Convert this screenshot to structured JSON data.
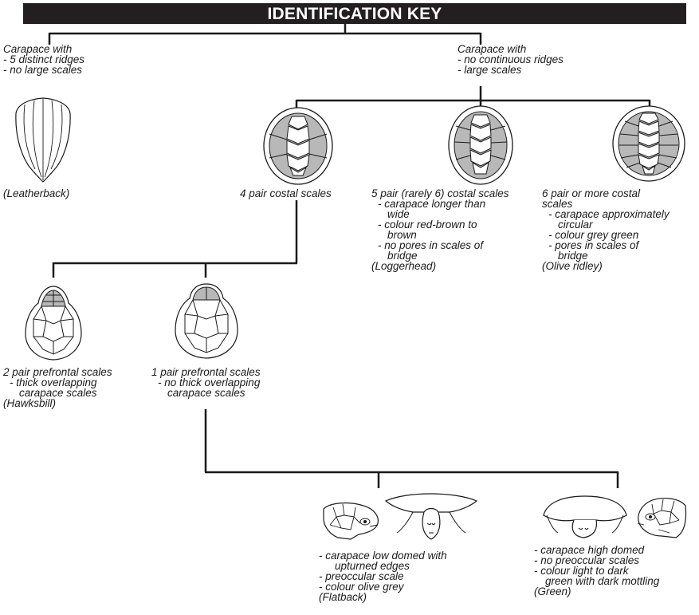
{
  "title": "IDENTIFICATION KEY",
  "branches": {
    "ridged": {
      "heading": "Carapace with",
      "traits": [
        "- 5 distinct ridges",
        "- no large scales"
      ]
    },
    "scaled": {
      "heading": "Carapace with",
      "traits": [
        "- no continuous ridges",
        "- large scales"
      ]
    }
  },
  "species": {
    "leatherback": {
      "name": "(Leatherback)"
    },
    "four_costal": {
      "heading": "4 pair costal scales"
    },
    "loggerhead": {
      "heading": "5 pair (rarely 6) costal scales",
      "traits": [
        "- carapace longer than",
        "wide",
        "- colour red-brown to",
        "brown",
        "- no pores in scales of",
        "bridge"
      ],
      "name": "(Loggerhead)"
    },
    "olive_ridley": {
      "heading": "6 pair or more costal",
      "heading2": "scales",
      "traits": [
        "- carapace approximately",
        "circular",
        "- colour grey green",
        "- pores in scales of",
        "bridge"
      ],
      "name": "(Olive ridley)"
    },
    "hawksbill": {
      "heading": "2 pair prefrontal scales",
      "traits": [
        "- thick overlapping",
        "carapace scales"
      ],
      "name": "(Hawksbill)"
    },
    "one_prefrontal": {
      "heading": "1 pair prefrontal scales",
      "traits": [
        "- no thick overlapping",
        "carapace scales"
      ]
    },
    "flatback": {
      "traits": [
        "- carapace low domed with",
        "upturned edges",
        "- preoccular scale",
        "- colour olive grey"
      ],
      "name": "(Flatback)"
    },
    "green": {
      "traits": [
        "- carapace high domed",
        "- no preoccular scales",
        "- colour light to dark",
        "green with dark mottling"
      ],
      "name": "(Green)"
    }
  },
  "colors": {
    "ink": "#1a1a1a",
    "title_bg": "#231f20",
    "scale_fill": "#b8b8b8"
  }
}
